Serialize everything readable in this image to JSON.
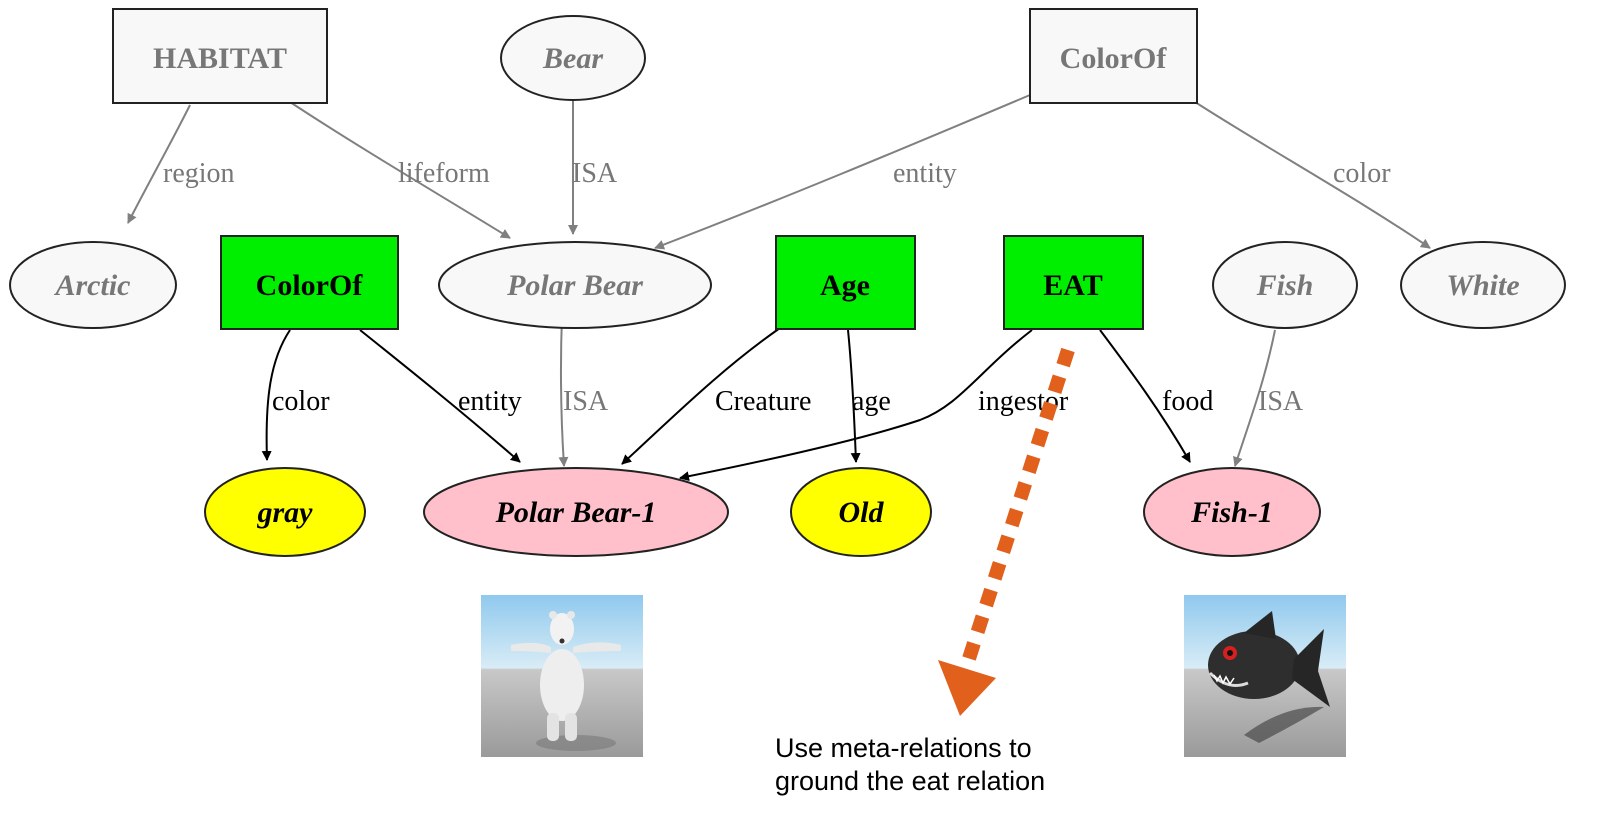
{
  "nodes": {
    "habitat": "HABITAT",
    "bear": "Bear",
    "colorof_top": "ColorOf",
    "arctic": "Arctic",
    "colorof_green": "ColorOf",
    "polar_bear": "Polar Bear",
    "age": "Age",
    "eat": "EAT",
    "fish": "Fish",
    "white": "White",
    "gray": "gray",
    "polar_bear_1": "Polar Bear-1",
    "old": "Old",
    "fish_1": "Fish-1"
  },
  "edges": {
    "region": "region",
    "lifeform": "lifeform",
    "isa_bear": "ISA",
    "entity_top": "entity",
    "color_top": "color",
    "color_green": "color",
    "entity_green": "entity",
    "isa_polar": "ISA",
    "creature": "Creature",
    "age": "age",
    "ingestor": "ingestor",
    "food": "food",
    "isa_fish": "ISA"
  },
  "annotation": {
    "line1": "Use meta-relations to",
    "line2": "ground the eat relation"
  },
  "colors": {
    "frame_fill": "#f8f8f8",
    "frame_text": "#777777",
    "frame_edge": "#808080",
    "instance_edge": "#000000",
    "relation_fill": "#00ee00",
    "attribute_fill": "#ffff00",
    "entity_fill": "#ffc0cb",
    "arrow": "#e0601c"
  },
  "images": {
    "polar_bear_render": "polar-bear-3d-render",
    "piranha_render": "piranha-3d-render"
  }
}
